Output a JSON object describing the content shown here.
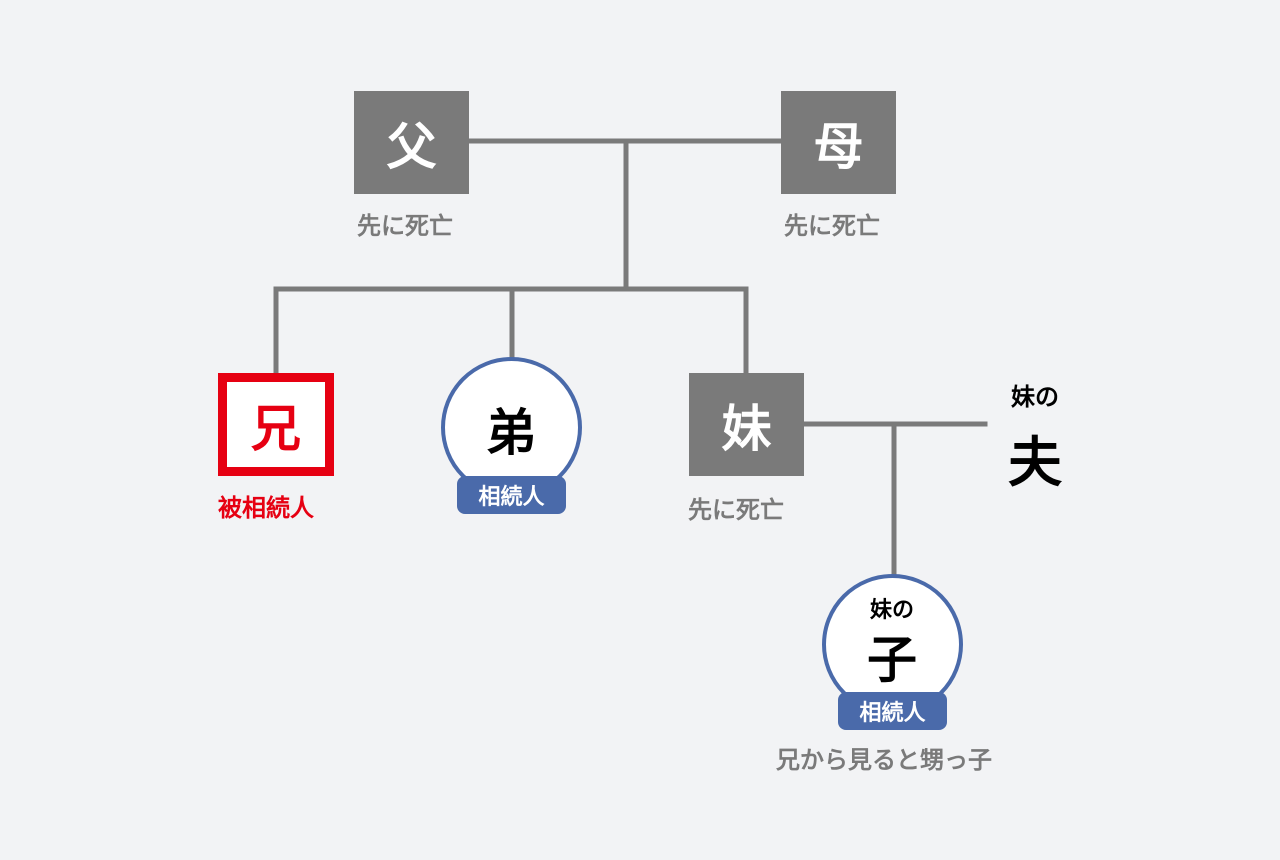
{
  "colors": {
    "background": "#f2f3f5",
    "line": "#7a7a7a",
    "deceased_box": "#7a7a7a",
    "decedent_red": "#e60012",
    "heir_blue": "#4a6aaa"
  },
  "father": {
    "label": "父",
    "caption": "先に死亡"
  },
  "mother": {
    "label": "母",
    "caption": "先に死亡"
  },
  "older_brother": {
    "label": "兄",
    "caption": "被相続人"
  },
  "younger_brother": {
    "label": "弟",
    "badge": "相続人"
  },
  "younger_sister": {
    "label": "妹",
    "caption": "先に死亡"
  },
  "sister_husband": {
    "prefix": "妹の",
    "label": "夫"
  },
  "sister_child": {
    "prefix": "妹の",
    "label": "子",
    "badge": "相続人",
    "caption": "兄から見ると甥っ子"
  }
}
